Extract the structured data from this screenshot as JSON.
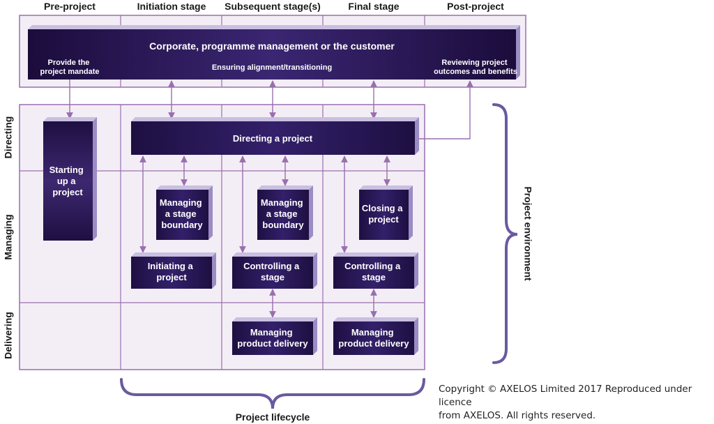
{
  "columns": [
    "Pre-project",
    "Initiation stage",
    "Subsequent stage(s)",
    "Final stage",
    "Post-project"
  ],
  "rows": [
    "Directing",
    "Managing",
    "Delivering"
  ],
  "corporate": {
    "title": "Corporate, programme management or the customer",
    "left_note": [
      "Provide the",
      "project mandate"
    ],
    "center_note": "Ensuring alignment/transitioning",
    "right_note": [
      "Reviewing project",
      "outcomes and benefits"
    ]
  },
  "processes": {
    "starting_up": [
      "Starting",
      "up a",
      "project"
    ],
    "directing": "Directing a project",
    "msb_initiation": [
      "Managing",
      "a stage",
      "boundary"
    ],
    "msb_subsequent": [
      "Managing",
      "a stage",
      "boundary"
    ],
    "closing": [
      "Closing a",
      "project"
    ],
    "initiating": [
      "Initiating a",
      "project"
    ],
    "controlling_subsequent": [
      "Controlling a",
      "stage"
    ],
    "controlling_final": [
      "Controlling a",
      "stage"
    ],
    "mpd_subsequent": [
      "Managing",
      "product delivery"
    ],
    "mpd_final": [
      "Managing",
      "product delivery"
    ]
  },
  "braces": {
    "lifecycle": "Project lifecycle",
    "environment": "Project environment"
  },
  "copyright": [
    "Copyright © AXELOS Limited 2017 Reproduced under licence",
    "from AXELOS. All rights reserved."
  ],
  "colors": {
    "grid": "#9a6fae",
    "cell_fill": "#f3eef6",
    "box_dark": "#1e0f42",
    "box_light": "#48317a",
    "side": "#9b8cc4",
    "arrow": "#9a6fae",
    "brace": "#6a5aa0"
  }
}
